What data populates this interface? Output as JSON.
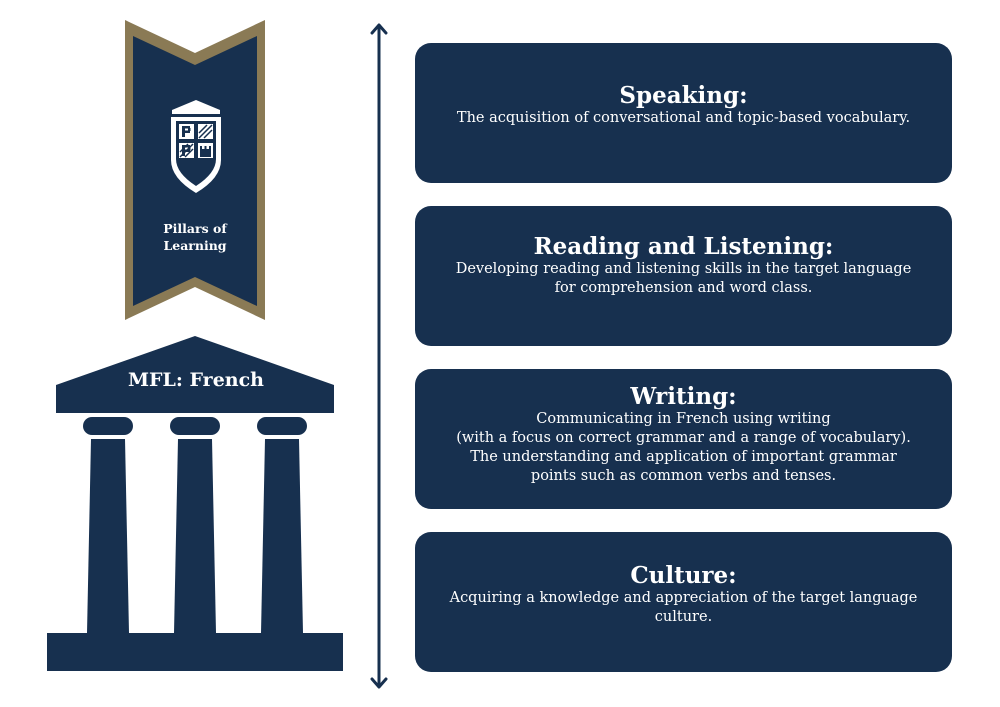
{
  "banner": {
    "label_line1": "Pillars of",
    "label_line2": "Learning"
  },
  "temple": {
    "title": "MFL: French"
  },
  "pillars": [
    {
      "title": "Speaking:",
      "lines": [
        "The acquisition of conversational and topic-based vocabulary."
      ]
    },
    {
      "title": "Reading and Listening:",
      "lines": [
        "Developing reading and listening skills in the target language",
        "for comprehension and word class."
      ]
    },
    {
      "title": "Writing:",
      "lines": [
        "Communicating in French using writing",
        "(with a focus on correct grammar and a range of vocabulary).",
        "The understanding and application of important grammar",
        "points such as common verbs and tenses."
      ]
    },
    {
      "title": "Culture:",
      "lines": [
        "Acquiring a knowledge and appreciation of the target language",
        "culture."
      ]
    }
  ],
  "colors": {
    "navy": "#17304f",
    "gold": "#8a7a55",
    "white": "#ffffff"
  }
}
